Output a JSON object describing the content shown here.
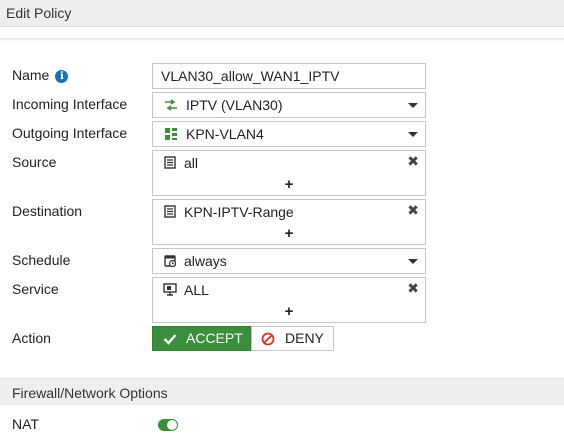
{
  "header": {
    "title": "Edit Policy"
  },
  "form": {
    "name": {
      "label": "Name",
      "value": "VLAN30_allow_WAN1_IPTV",
      "info_icon": "info-icon"
    },
    "incoming_interface": {
      "label": "Incoming Interface",
      "value": "IPTV (VLAN30)",
      "icon": "vlan-interface-icon"
    },
    "outgoing_interface": {
      "label": "Outgoing Interface",
      "value": "KPN-VLAN4",
      "icon": "physical-interface-icon"
    },
    "source": {
      "label": "Source",
      "value": "all",
      "add": "+",
      "remove": "✖",
      "icon": "address-icon"
    },
    "destination": {
      "label": "Destination",
      "value": "KPN-IPTV-Range",
      "add": "+",
      "remove": "✖",
      "icon": "address-icon"
    },
    "schedule": {
      "label": "Schedule",
      "value": "always",
      "icon": "schedule-clock-icon"
    },
    "service": {
      "label": "Service",
      "value": "ALL",
      "add": "+",
      "remove": "✖",
      "icon": "service-icon"
    },
    "action": {
      "label": "Action",
      "accept": "ACCEPT",
      "deny": "DENY",
      "selected": "ACCEPT"
    }
  },
  "firewall_options": {
    "title": "Firewall/Network Options",
    "nat": {
      "label": "NAT",
      "enabled": true
    }
  },
  "colors": {
    "accent": "#3a8e3c",
    "info": "#1e6fb8",
    "deny": "#d9302a",
    "header_bg": "#eeeeee"
  }
}
